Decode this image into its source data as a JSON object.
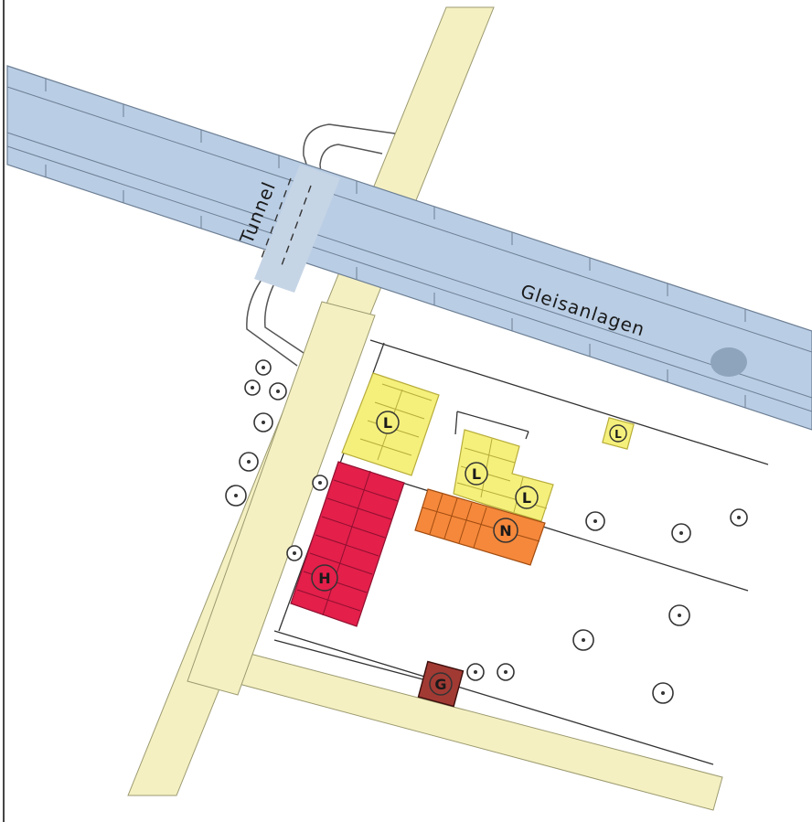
{
  "map": {
    "labels": {
      "tunnel": "Tunnel",
      "railway": "Gleisanlagen"
    },
    "buildings": [
      {
        "id": "h",
        "letter": "H",
        "color": "#e31f4a"
      },
      {
        "id": "n",
        "letter": "N",
        "color": "#f5883b"
      },
      {
        "id": "g",
        "letter": "G",
        "color": "#a23a34"
      },
      {
        "id": "l1",
        "letter": "L",
        "color": "#f5f07c"
      },
      {
        "id": "l2",
        "letter": "L",
        "color": "#f5f07c"
      },
      {
        "id": "l3",
        "letter": "L",
        "color": "#f5f07c"
      },
      {
        "id": "l4",
        "letter": "L",
        "color": "#f5f07c"
      }
    ],
    "colors": {
      "railway": "#b9cde4",
      "road": "#f4f0c2",
      "background": "#ffffff"
    }
  }
}
